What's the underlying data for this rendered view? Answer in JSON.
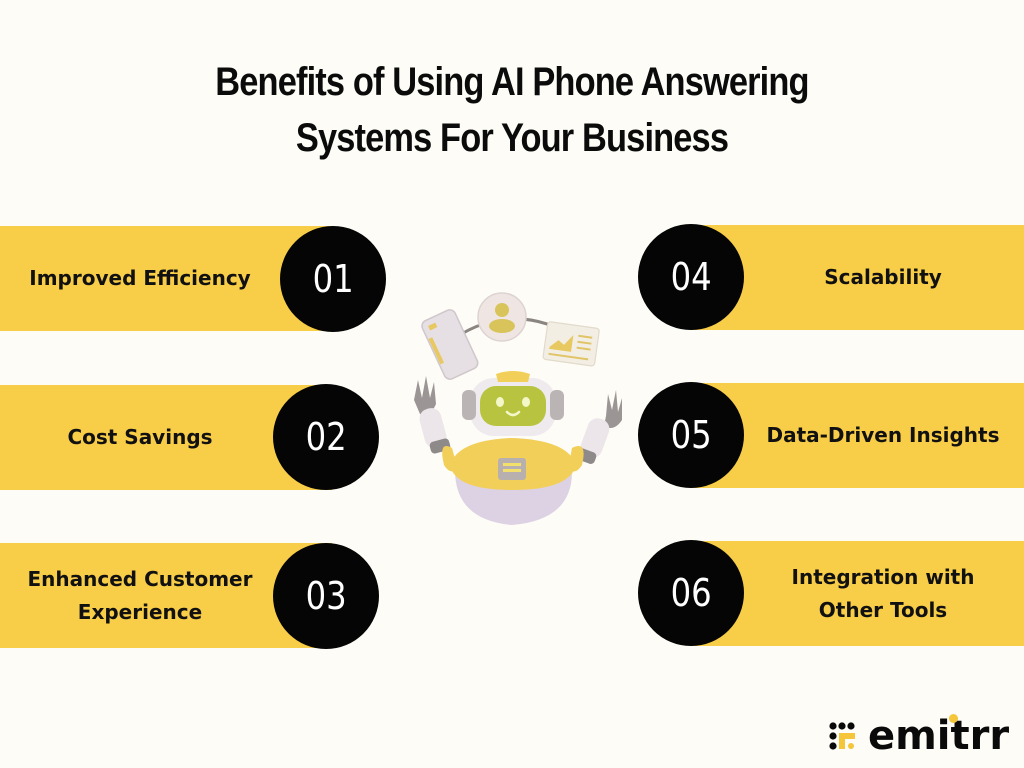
{
  "header": {
    "title_line1": "Benefits of Using AI Phone Answering",
    "title_line2": "Systems For Your Business"
  },
  "colors": {
    "background": "#fdfcf6",
    "accent_yellow": "#f8cd47",
    "circle_black": "#050505",
    "text_dark": "#111111"
  },
  "benefits": [
    {
      "number": "01",
      "label": "Improved Efficiency",
      "side": "left"
    },
    {
      "number": "02",
      "label": "Cost Savings",
      "side": "left"
    },
    {
      "number": "03",
      "label_line1": "Enhanced Customer",
      "label_line2": "Experience",
      "side": "left"
    },
    {
      "number": "04",
      "label": "Scalability",
      "side": "right"
    },
    {
      "number": "05",
      "label": "Data-Driven Insights",
      "side": "right"
    },
    {
      "number": "06",
      "label_line1": "Integration with",
      "label_line2": "Other Tools",
      "side": "right"
    }
  ],
  "illustration": {
    "icon": "robot-illustration-icon",
    "floating_items": [
      "smartphone-icon",
      "user-avatar-icon",
      "analytics-card-icon"
    ]
  },
  "brand": {
    "logo_text": "emitrr",
    "logo_icon": "emitrr-dots-mark-icon"
  }
}
